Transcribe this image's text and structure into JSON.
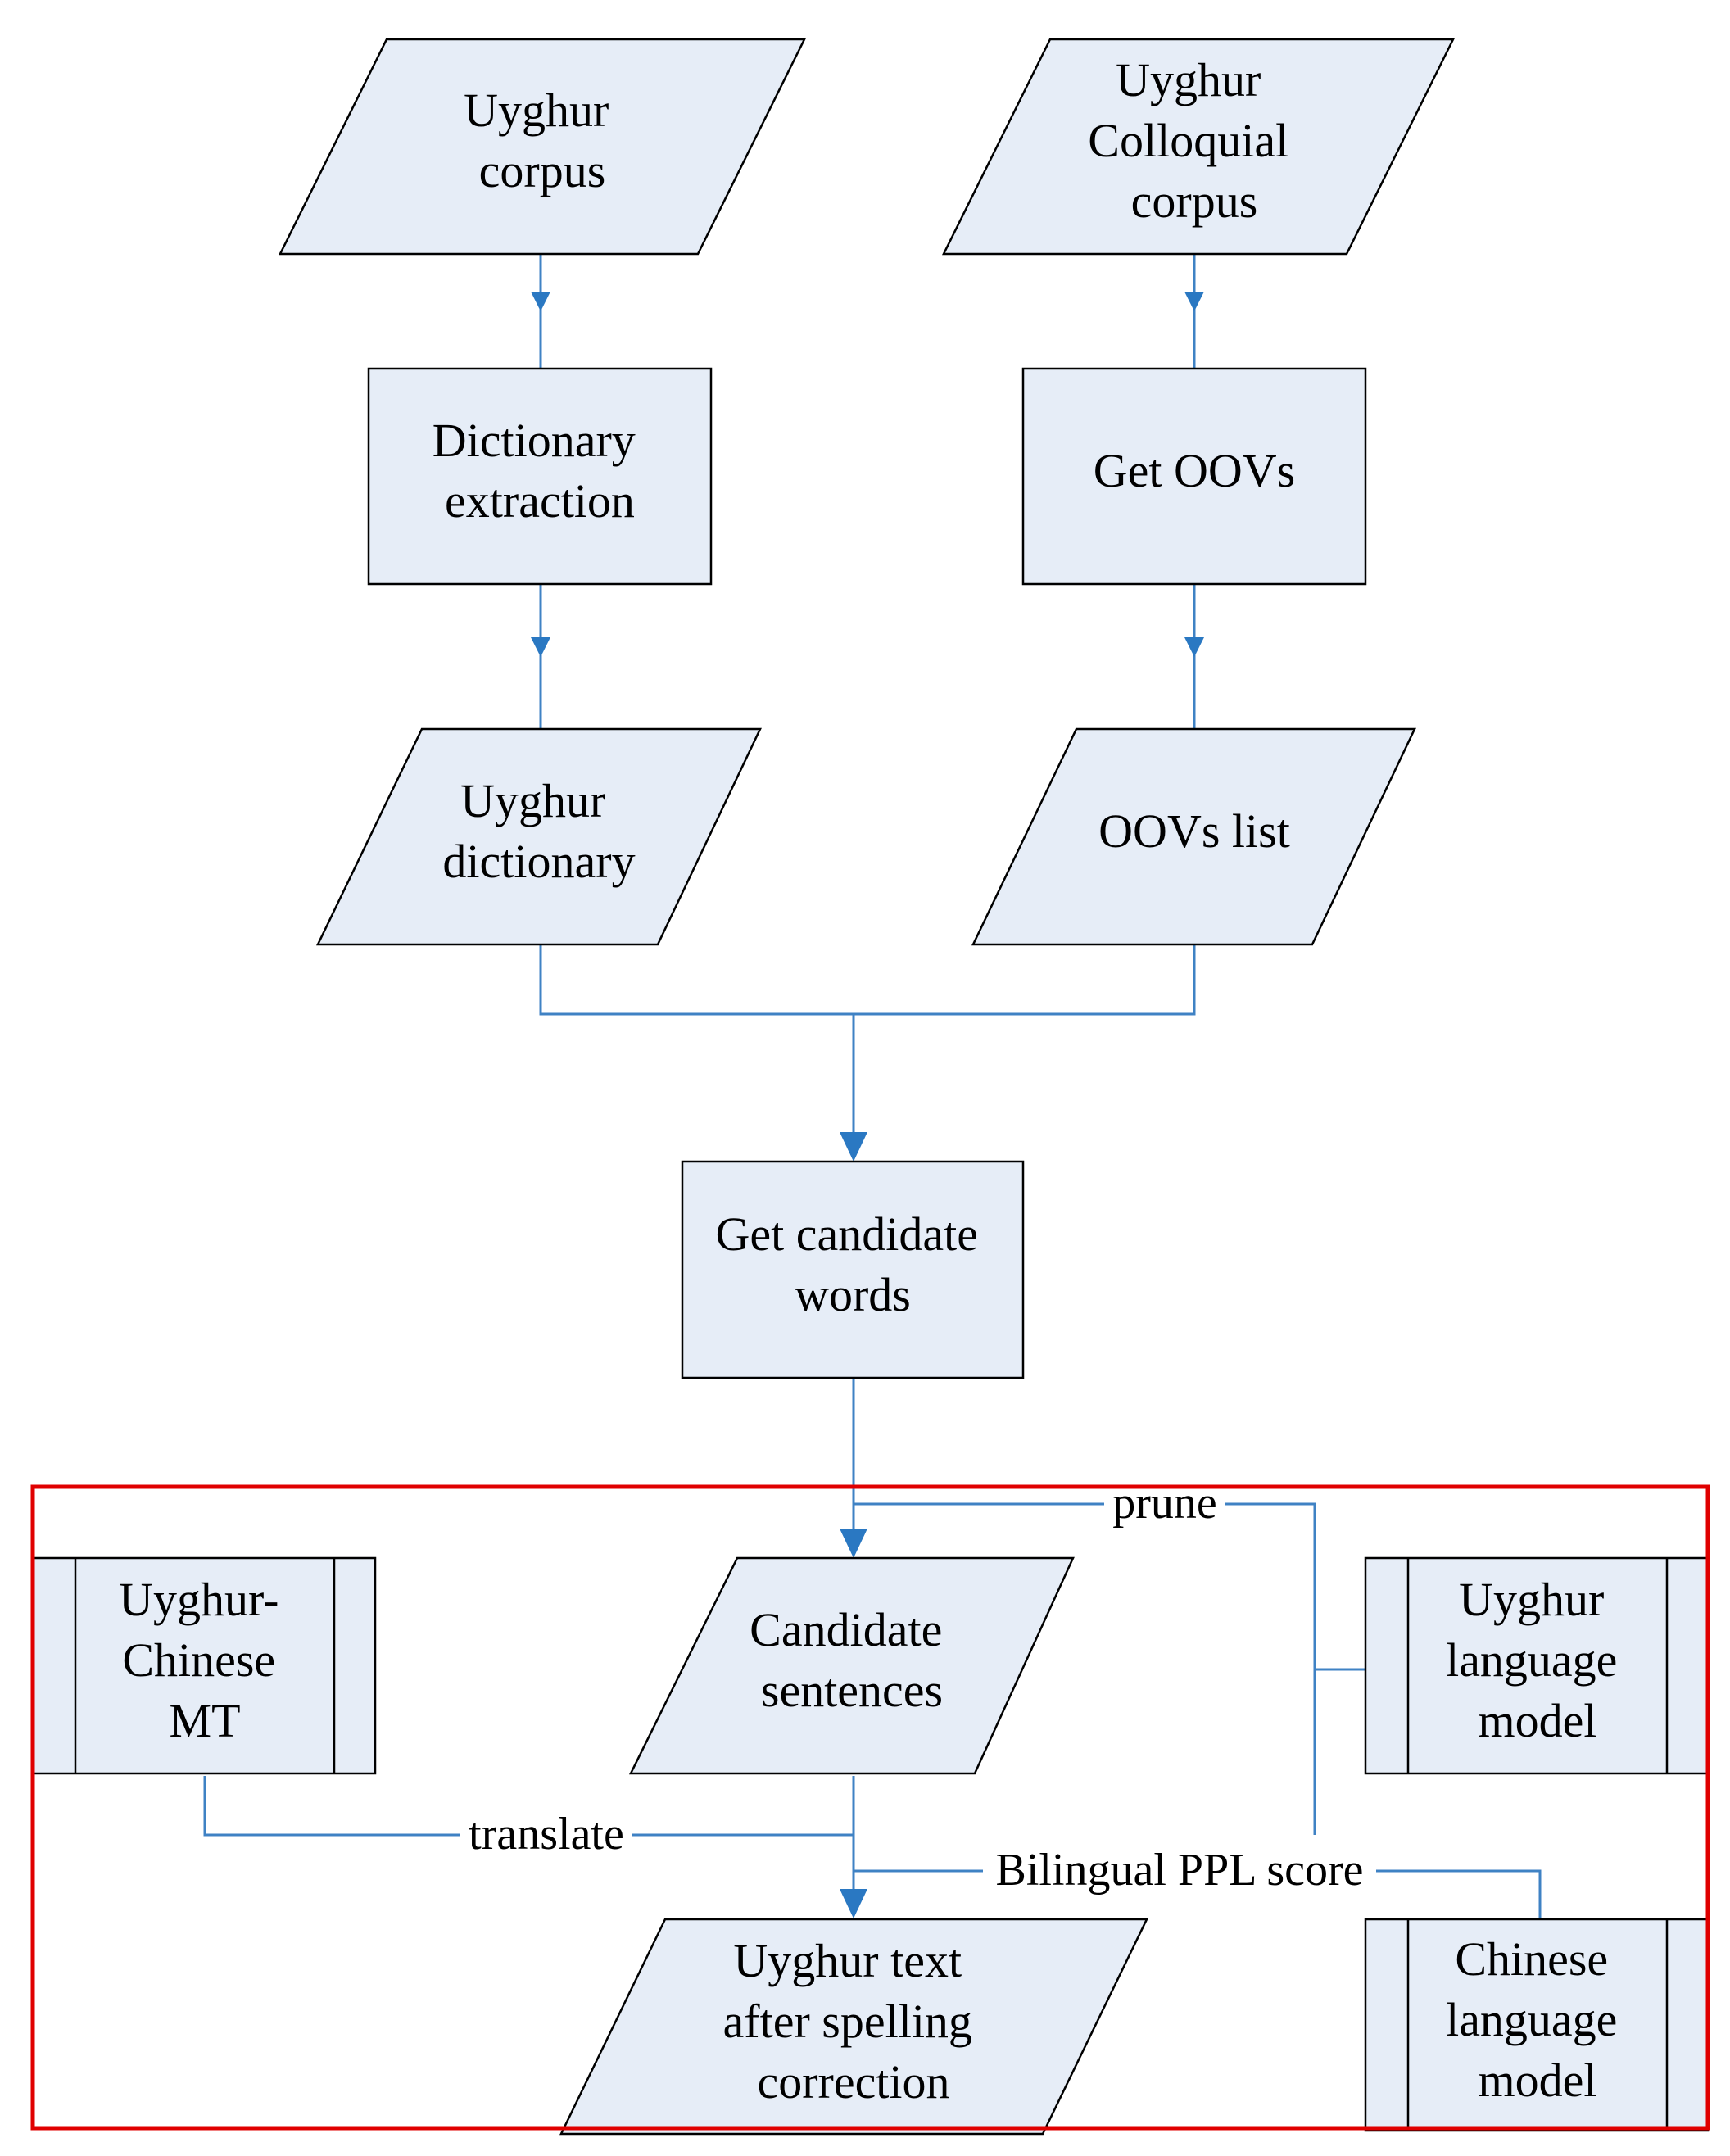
{
  "colors": {
    "node_fill": "#e6edf7",
    "edge": "#3f82c4",
    "arrow": "#2a78c2",
    "highlight_region": "#e00000"
  },
  "nodes": {
    "uyghur_corpus": {
      "lines": [
        "Uyghur",
        "corpus"
      ],
      "shape": "parallelogram"
    },
    "colloquial_corpus": {
      "lines": [
        "Uyghur",
        "Colloquial",
        "corpus"
      ],
      "shape": "parallelogram"
    },
    "dictionary_extraction": {
      "lines": [
        "Dictionary",
        "extraction"
      ],
      "shape": "rectangle"
    },
    "get_oovs": {
      "lines": [
        "Get OOVs"
      ],
      "shape": "rectangle"
    },
    "uyghur_dictionary": {
      "lines": [
        "Uyghur",
        "dictionary"
      ],
      "shape": "parallelogram"
    },
    "oovs_list": {
      "lines": [
        "OOVs list"
      ],
      "shape": "parallelogram"
    },
    "get_candidate_words": {
      "lines": [
        "Get candidate",
        "words"
      ],
      "shape": "rectangle"
    },
    "candidate_sentences": {
      "lines": [
        "Candidate",
        "sentences"
      ],
      "shape": "parallelogram"
    },
    "uyghur_chinese_mt": {
      "lines": [
        "Uyghur-",
        "Chinese",
        "MT"
      ],
      "shape": "predefined-process"
    },
    "uyghur_language_model": {
      "lines": [
        "Uyghur",
        "language",
        "model"
      ],
      "shape": "predefined-process"
    },
    "chinese_language_model": {
      "lines": [
        "Chinese",
        "language",
        "model"
      ],
      "shape": "predefined-process"
    },
    "corrected_text": {
      "lines": [
        "Uyghur text",
        "after spelling",
        "correction"
      ],
      "shape": "parallelogram"
    }
  },
  "edges": {
    "prune": "prune",
    "translate": "translate",
    "bilingual_ppl_score": "Bilingual PPL score"
  }
}
